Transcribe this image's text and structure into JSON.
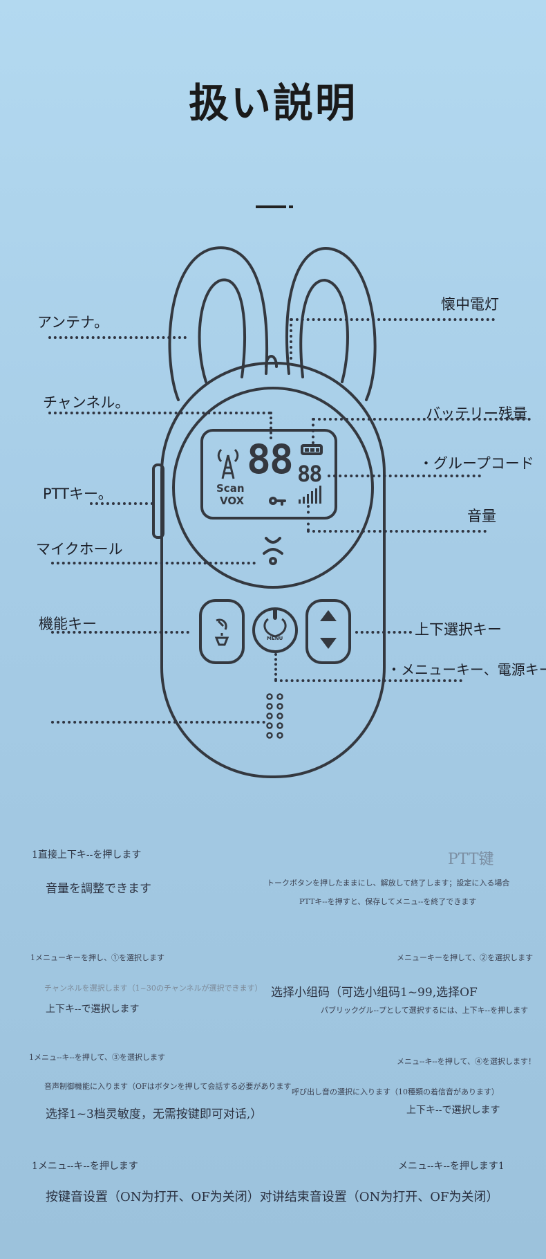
{
  "title": "扱い説明",
  "callouts": {
    "antenna": "アンテナ。",
    "flashlight": "懐中電灯",
    "channel": "チャンネル。",
    "battery": "バッテリー残量",
    "group_code": "・グループコード",
    "ptt_key": "PTTキー。",
    "volume": "音量",
    "mic_hole": "マイクホール",
    "function_key": "機能キー",
    "updown_key": "上下選択キー",
    "menu_power_key": "・メニューキー、電源キー"
  },
  "lcd": {
    "channel_digits": "88",
    "group_digits": "88",
    "scan": "Scan",
    "vox": "VOX"
  },
  "device": {
    "menu_button_label": "MENU"
  },
  "instructions": {
    "ptt_heading": "PTT键",
    "block1": {
      "left_1": "1直接上下キ--を押します",
      "left_2": "音量を調整できます",
      "right_1": "トークボタンを押したままにし、解放して終了します；設定に入る場合",
      "right_2": "PTTキ--を押すと、保存してメニュ--を終了できます"
    },
    "block2": {
      "left_1": "1メニューキーを押し、①を選択します",
      "left_2": "チャンネルを選択します（1~30のチャンネルが選択できます）",
      "left_3": "上下キ--で選択します",
      "right_1": "メニューキーを押して、②を選択します",
      "right_2": "选择小组码（可选小组码1~99,选择OF",
      "right_3": "パブリックグル--プとして選択するには、上下キ--を押します"
    },
    "block3": {
      "left_1": "1メニュ--キ--を押して、③を選択します",
      "left_2": "音声制御機能に入ります（OFはボタンを押して会話する必要があります",
      "left_3": "选择1~3档灵敏度，无需按键即可对话,）",
      "right_1": "メニュ--キ--を押して、④を選択します！",
      "right_2": "呼び出し音の選択に入ります（10種類の着信音があります）",
      "right_3": "上下キ--で選択します"
    },
    "block4": {
      "left_1": "1メニュ--キ--を押します",
      "right_1": "メニュ--キ--を押します1",
      "bottom": "按键音设置（ON为打开、OF为关闭）对讲结束音设置（ON为打开、OF为关闭）"
    }
  }
}
